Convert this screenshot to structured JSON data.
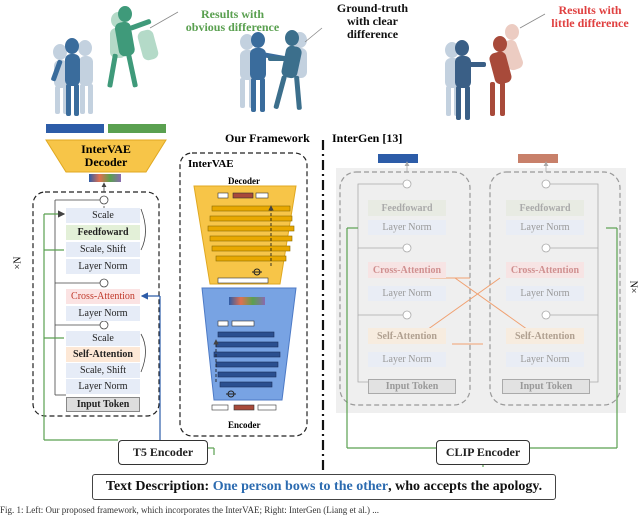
{
  "annotations": {
    "obvious": "Results with\nobvious difference",
    "ground_truth": "Ground-truth\nwith clear\ndifference",
    "little": "Results with\nlittle difference"
  },
  "headers": {
    "framework": "Our Framework",
    "intergen": "InterGen [13]"
  },
  "intervae": {
    "title": "InterVAE",
    "decoder_label": "Decoder",
    "encoder_label": "Encoder"
  },
  "decoder_block": {
    "title": "InterVAE\nDecoder"
  },
  "ours_stack": [
    "Scale",
    "Feedfoward",
    "Scale, Shift",
    "Layer Norm",
    "Cross-Attention",
    "Layer Norm",
    "Scale",
    "Self-Attention",
    "Scale, Shift",
    "Layer Norm",
    "Input Token"
  ],
  "repeat_left": "×N",
  "repeat_right": "N×",
  "intergen_stack": [
    "Feedfoward",
    "Layer Norm",
    "Cross-Attention",
    "Layer Norm",
    "Self-Attention",
    "Layer Norm",
    "Input Token"
  ],
  "encoders": {
    "t5": "T5 Encoder",
    "clip": "CLIP Encoder"
  },
  "text_description": {
    "prefix": "Text Description: ",
    "highlight": "One person bows to the other",
    "suffix": ", who accepts the apology."
  },
  "caption_fragment": "Fig. 1: Left: Our proposed framework, which incorporates the InterVAE; Right: InterGen (Liang et al.) ...",
  "colors": {
    "green": "#5aa050",
    "blue": "#2c5ca8",
    "red": "#e04040",
    "salmon": "#c8806a",
    "yellow": "#f5c640",
    "navy": "#2b4f8f",
    "teal": "#3f7f8a",
    "peach": "#fde8d6",
    "cross_attn_text": "#c0392b"
  }
}
